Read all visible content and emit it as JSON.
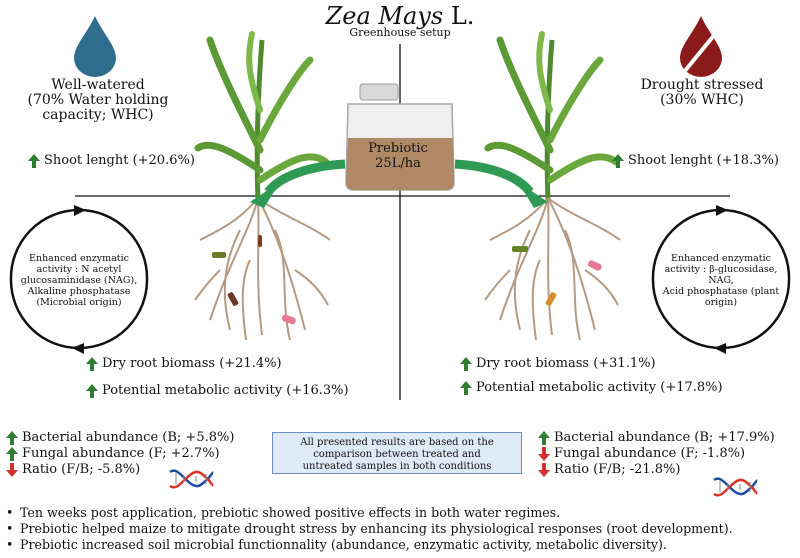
{
  "title": {
    "species": "Zea Mays",
    "suffix": " L.",
    "subtitle": "Greenhouse setup"
  },
  "well_watered": {
    "label_lines": [
      "Well-watered",
      "(70% Water holding",
      "capacity; WHC)"
    ],
    "shoot": "Shoot lenght (+20.6%)",
    "cycle_lines": [
      "Enhanced enzymatic",
      "activity : N acetyl",
      "glucosaminidase (NAG),",
      "Alkaline phosphatase",
      "(Microbial origin)"
    ],
    "root_biomass": "Dry root biomass (+21.4%)",
    "metabolic": "Potential metabolic activity (+16.3%)",
    "bacterial": "Bacterial abundance (B; +5.8%)",
    "fungal": "Fungal abundance  (F; +2.7%)",
    "ratio": "Ratio (F/B; -5.8%)"
  },
  "drought": {
    "label_lines": [
      "Drought stressed",
      "(30% WHC)"
    ],
    "shoot": "Shoot lenght (+18.3%)",
    "cycle_lines": [
      "Enhanced enzymatic",
      "activity : β-glucosidase,",
      "NAG,",
      "Acid phosphatase (plant",
      "origin)"
    ],
    "root_biomass": "Dry root biomass (+31.1%)",
    "metabolic": "Potential metabolic activity (+17.8%)",
    "bacterial": "Bacterial abundance (B; +17.9%)",
    "fungal": "Fungal abundance  (F; -1.8%)",
    "ratio": "Ratio (F/B; -21.8%)"
  },
  "prebiotic": {
    "lines": [
      "Prebiotic",
      "25L/ha"
    ]
  },
  "note": {
    "lines": [
      "All presented results are based on the",
      "comparison between treated and",
      "untreated samples in both conditions"
    ]
  },
  "bullets": [
    "Ten weeks post application, prebiotic showed positive effects in both water regimes.",
    "Prebiotic helped maize to mitigate drought stress by enhancing its physiological responses (root development).",
    "Prebiotic increased soil microbial functionnality (abundance, enzymatic activity, metabolic diversity)."
  ],
  "colors": {
    "up": "#2e7d32",
    "down": "#d32f2f",
    "water": "#2f6d8e",
    "drought": "#8b1a1a"
  }
}
